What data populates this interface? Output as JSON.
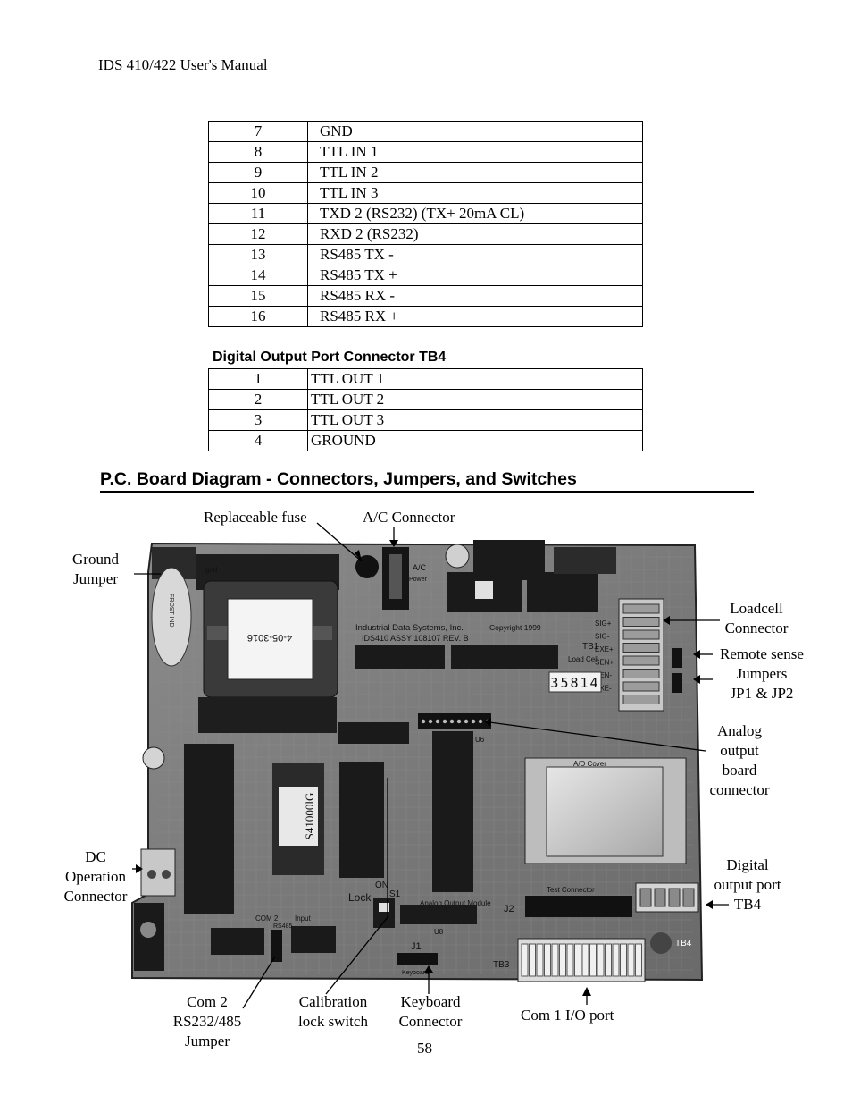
{
  "header": {
    "text": "IDS 410/422 User's Manual"
  },
  "pin_table": {
    "rows": [
      {
        "pin": "7",
        "signal": "GND"
      },
      {
        "pin": "8",
        "signal": "TTL IN 1"
      },
      {
        "pin": "9",
        "signal": "TTL IN 2"
      },
      {
        "pin": "10",
        "signal": "TTL IN 3"
      },
      {
        "pin": "11",
        "signal": "TXD 2 (RS232) (TX+ 20mA CL)"
      },
      {
        "pin": "12",
        "signal": "RXD 2 (RS232)"
      },
      {
        "pin": "13",
        "signal": "RS485 TX -"
      },
      {
        "pin": "14",
        "signal": "RS485 TX +"
      },
      {
        "pin": "15",
        "signal": "RS485 RX -"
      },
      {
        "pin": "16",
        "signal": "RS485 RX +"
      }
    ]
  },
  "tb4": {
    "caption": "Digital Output Port Connector TB4",
    "rows": [
      {
        "pin": "1",
        "signal": "TTL OUT 1"
      },
      {
        "pin": "2",
        "signal": "TTL OUT 2"
      },
      {
        "pin": "3",
        "signal": "TTL OUT 3"
      },
      {
        "pin": "4",
        "signal": "GROUND"
      }
    ]
  },
  "section": {
    "title": "P.C. Board Diagram - Connectors, Jumpers, and Switches"
  },
  "callouts": {
    "replaceable_fuse": "Replaceable fuse",
    "ac_connector": "A/C Connector",
    "ground_jumper": [
      "Ground",
      "Jumper"
    ],
    "loadcell_connector": [
      "Loadcell",
      "Connector"
    ],
    "remote_sense": [
      "Remote sense",
      "Jumpers",
      "JP1 & JP2"
    ],
    "analog_output": [
      "Analog",
      "output",
      "board",
      "connector"
    ],
    "dc_operation": [
      "DC",
      "Operation",
      "Connector"
    ],
    "digital_output": [
      "Digital",
      "output port",
      "TB4"
    ],
    "com2": [
      "Com 2",
      "RS232/485",
      "Jumper"
    ],
    "calibration": [
      "Calibration",
      "lock switch"
    ],
    "keyboard": [
      "Keyboard",
      "Connector"
    ],
    "com1": "Com 1 I/O port"
  },
  "board": {
    "labels": {
      "company": "Industrial Data Systems, Inc.",
      "assy": "IDS410  ASSY 108107  REV. B",
      "copyright": "Copyright 1999",
      "serial": "35814",
      "transformer": "4-05-3016",
      "eprom": "S41000lG",
      "ac_label": "A/C",
      "power_label": "Power",
      "gnd": "gnd",
      "tb1": "TB1",
      "load_cell": "Load Cell",
      "ad_cover": "A/D Cover",
      "test_connector": "Test Connector",
      "analog_module": "Analog Output Module",
      "lock": "Lock",
      "on": "ON",
      "s1": "S1",
      "j1": "J1",
      "j2": "J2",
      "keyboard_pcb": "Keyboard",
      "tb3": "TB3",
      "tb4_pcb": "TB4",
      "com2_pcb": "COM 2",
      "rs485_pcb": "RS485",
      "input_pcb": "Input",
      "u6": "U6",
      "u8": "U8"
    },
    "pin_labels": [
      "SIG+",
      "SIG-",
      "EXE+",
      "SEN+",
      "SEN-",
      "EXE-"
    ]
  },
  "footer": {
    "page_number": "58"
  }
}
